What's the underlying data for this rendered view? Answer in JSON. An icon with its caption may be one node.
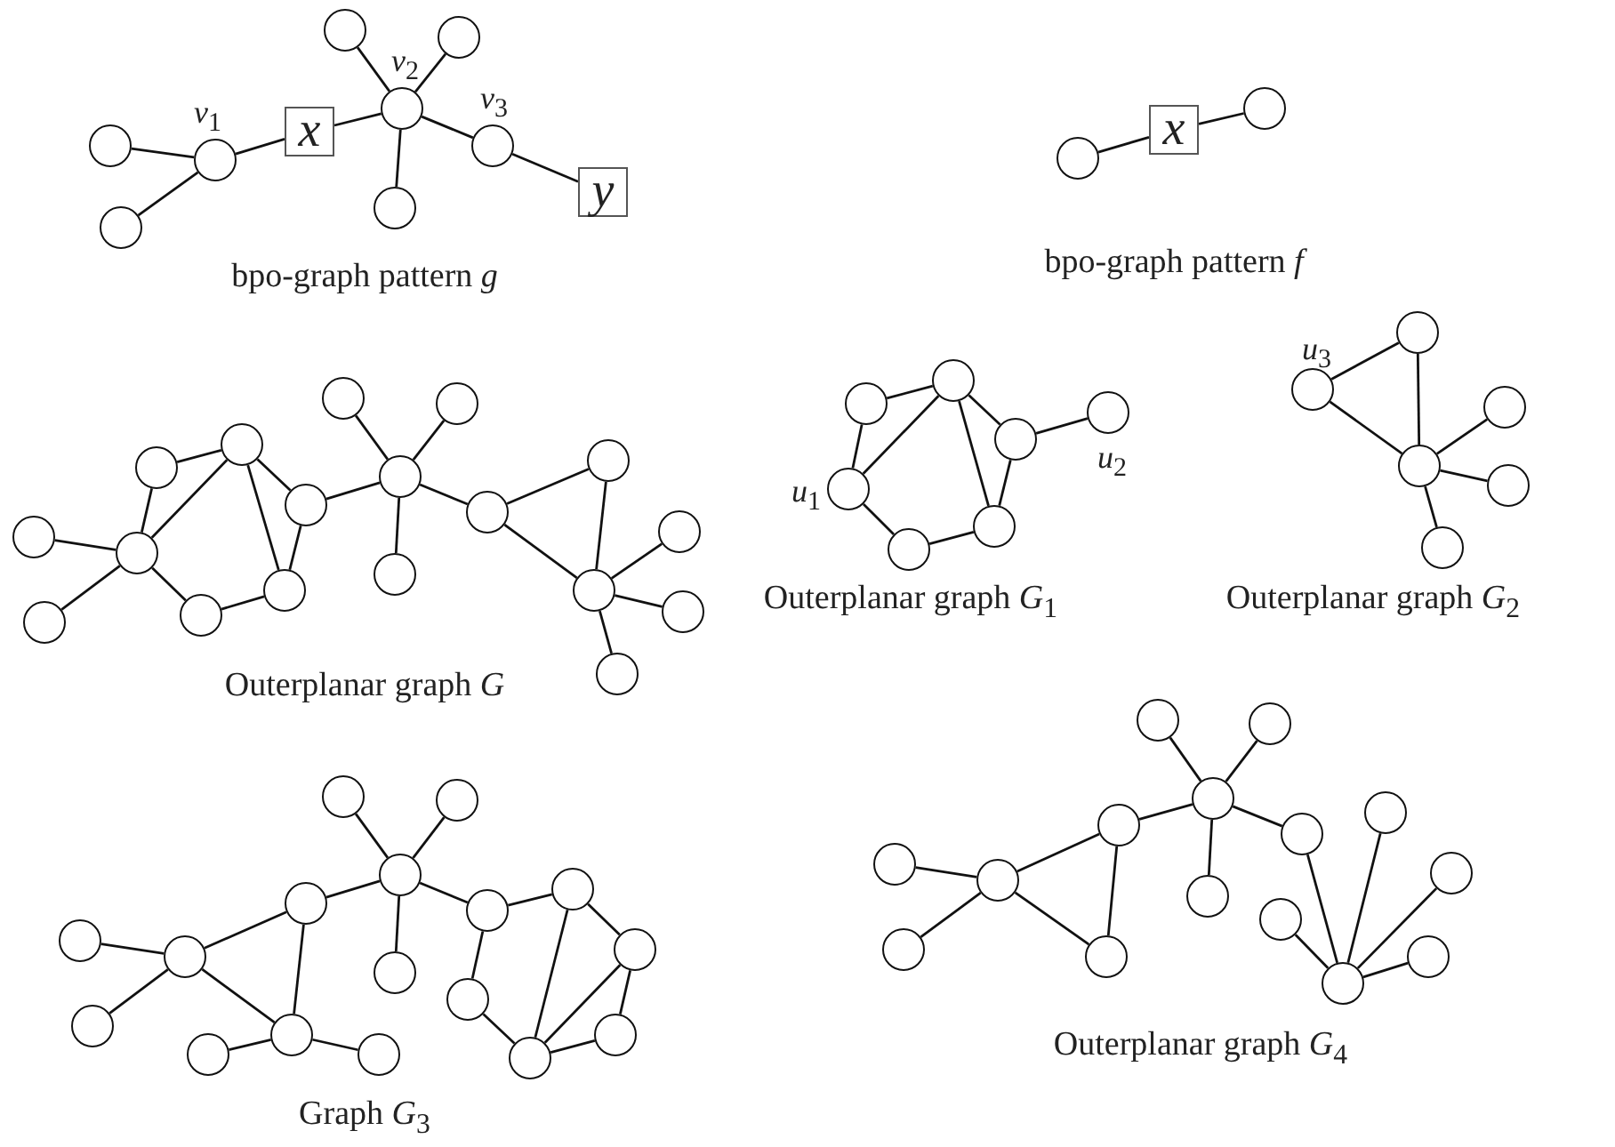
{
  "diagram": {
    "nodes": [
      {
        "text": [],
        "shape": "circle"
      },
      {
        "text": [],
        "shape": "circle"
      },
      {
        "text": [],
        "shape": "circle",
        "beside": [
          "*v*$_{1}$"
        ]
      },
      {
        "text": [
          "x"
        ]
      },
      {
        "text": [],
        "shape": "circle"
      },
      {
        "text": [],
        "shape": "circle"
      },
      {
        "text": [],
        "shape": "circle",
        "beside": [
          "*v*$_{2}$"
        ]
      },
      {
        "text": [],
        "shape": "circle"
      },
      {
        "text": [],
        "shape": "circle",
        "beside": [
          "*v*$_{3}$"
        ]
      },
      {
        "text": [
          "y"
        ]
      },
      {
        "text": [],
        "shape": "circle"
      },
      {
        "text": [
          "x"
        ]
      },
      {
        "text": [],
        "shape": "circle"
      },
      {
        "text": [],
        "shape": "circle"
      },
      {
        "text": [],
        "shape": "circle"
      },
      {
        "text": [],
        "shape": "circle"
      },
      {
        "text": [],
        "shape": "circle"
      },
      {
        "text": [],
        "shape": "circle"
      },
      {
        "text": [],
        "shape": "circle"
      },
      {
        "text": [],
        "shape": "circle"
      },
      {
        "text": [],
        "shape": "circle"
      },
      {
        "text": [],
        "shape": "circle"
      },
      {
        "text": [],
        "shape": "circle"
      },
      {
        "text": [],
        "shape": "circle"
      },
      {
        "text": [],
        "shape": "circle"
      },
      {
        "text": [],
        "shape": "circle"
      },
      {
        "text": [],
        "shape": "circle"
      },
      {
        "text": [],
        "shape": "circle"
      },
      {
        "text": [],
        "shape": "circle"
      },
      {
        "text": [],
        "shape": "circle"
      },
      {
        "text": [],
        "shape": "circle"
      },
      {
        "text": [],
        "shape": "circle"
      },
      {
        "text": [],
        "shape": "circle"
      },
      {
        "text": [],
        "shape": "circle",
        "beside": [
          "*u*$_{1}$"
        ]
      },
      {
        "text": [],
        "shape": "circle"
      },
      {
        "text": [],
        "shape": "circle",
        "beside": [
          "*u*$_{2}$"
        ]
      },
      {
        "text": [],
        "shape": "circle"
      },
      {
        "text": [],
        "shape": "circle"
      },
      {
        "text": [],
        "shape": "circle"
      },
      {
        "text": [],
        "shape": "circle",
        "beside": [
          "*u*$_{3}$"
        ]
      },
      {
        "text": [],
        "shape": "circle"
      },
      {
        "text": [],
        "shape": "circle"
      },
      {
        "text": [],
        "shape": "circle"
      },
      {
        "text": [],
        "shape": "circle"
      },
      {
        "text": [],
        "shape": "circle"
      },
      {
        "text": [],
        "shape": "circle"
      },
      {
        "text": [],
        "shape": "circle"
      },
      {
        "text": [],
        "shape": "circle"
      },
      {
        "text": [],
        "shape": "circle"
      },
      {
        "text": [],
        "shape": "circle"
      },
      {
        "text": [],
        "shape": "circle"
      },
      {
        "text": [],
        "shape": "circle"
      },
      {
        "text": [],
        "shape": "circle"
      },
      {
        "text": [],
        "shape": "circle"
      },
      {
        "text": [],
        "shape": "circle"
      },
      {
        "text": [],
        "shape": "circle"
      },
      {
        "text": [],
        "shape": "circle"
      },
      {
        "text": [],
        "shape": "circle"
      },
      {
        "text": [],
        "shape": "circle"
      },
      {
        "text": [],
        "shape": "circle"
      },
      {
        "text": [],
        "shape": "circle"
      },
      {
        "text": [],
        "shape": "circle"
      },
      {
        "text": [],
        "shape": "circle"
      },
      {
        "text": [],
        "shape": "circle"
      },
      {
        "text": [],
        "shape": "circle"
      },
      {
        "text": [],
        "shape": "circle"
      },
      {
        "text": [],
        "shape": "circle"
      },
      {
        "text": [],
        "shape": "circle"
      },
      {
        "text": [],
        "shape": "circle"
      },
      {
        "text": [],
        "shape": "circle"
      },
      {
        "text": [],
        "shape": "circle"
      },
      {
        "text": [],
        "shape": "circle"
      },
      {
        "text": [],
        "shape": "circle"
      },
      {
        "text": [],
        "shape": "circle"
      },
      {
        "text": [],
        "shape": "circle"
      },
      {
        "text": [],
        "shape": "circle"
      }
    ],
    "edges": [
      {
        "from": 0,
        "to": 2,
        "arrow": "none"
      },
      {
        "from": 1,
        "to": 2,
        "arrow": "none"
      },
      {
        "from": 2,
        "to": 3,
        "arrow": "none"
      },
      {
        "from": 3,
        "to": 6,
        "arrow": "none"
      },
      {
        "from": 6,
        "to": 4,
        "arrow": "none"
      },
      {
        "from": 6,
        "to": 5,
        "arrow": "none"
      },
      {
        "from": 6,
        "to": 7,
        "arrow": "none"
      },
      {
        "from": 6,
        "to": 8,
        "arrow": "none"
      },
      {
        "from": 8,
        "to": 9,
        "arrow": "none"
      },
      {
        "from": 10,
        "to": 11,
        "arrow": "none"
      },
      {
        "from": 11,
        "to": 12,
        "arrow": "none"
      },
      {
        "from": 13,
        "to": 15,
        "arrow": "none"
      },
      {
        "from": 14,
        "to": 15,
        "arrow": "none"
      },
      {
        "from": 15,
        "to": 16,
        "arrow": "none"
      },
      {
        "from": 16,
        "to": 17,
        "arrow": "none"
      },
      {
        "from": 15,
        "to": 17,
        "arrow": "none"
      },
      {
        "from": 17,
        "to": 18,
        "arrow": "none"
      },
      {
        "from": 17,
        "to": 19,
        "arrow": "none"
      },
      {
        "from": 18,
        "to": 19,
        "arrow": "none"
      },
      {
        "from": 19,
        "to": 20,
        "arrow": "none"
      },
      {
        "from": 20,
        "to": 15,
        "arrow": "none"
      },
      {
        "from": 18,
        "to": 23,
        "arrow": "none"
      },
      {
        "from": 23,
        "to": 21,
        "arrow": "none"
      },
      {
        "from": 23,
        "to": 22,
        "arrow": "none"
      },
      {
        "from": 23,
        "to": 24,
        "arrow": "none"
      },
      {
        "from": 23,
        "to": 25,
        "arrow": "none"
      },
      {
        "from": 25,
        "to": 26,
        "arrow": "none"
      },
      {
        "from": 25,
        "to": 27,
        "arrow": "none"
      },
      {
        "from": 26,
        "to": 27,
        "arrow": "none"
      },
      {
        "from": 27,
        "to": 28,
        "arrow": "none"
      },
      {
        "from": 27,
        "to": 29,
        "arrow": "none"
      },
      {
        "from": 27,
        "to": 30,
        "arrow": "none"
      },
      {
        "from": 33,
        "to": 31,
        "arrow": "none"
      },
      {
        "from": 31,
        "to": 32,
        "arrow": "none"
      },
      {
        "from": 33,
        "to": 32,
        "arrow": "none"
      },
      {
        "from": 32,
        "to": 34,
        "arrow": "none"
      },
      {
        "from": 32,
        "to": 36,
        "arrow": "none"
      },
      {
        "from": 34,
        "to": 36,
        "arrow": "none"
      },
      {
        "from": 34,
        "to": 35,
        "arrow": "none"
      },
      {
        "from": 33,
        "to": 37,
        "arrow": "none"
      },
      {
        "from": 37,
        "to": 36,
        "arrow": "none"
      },
      {
        "from": 39,
        "to": 38,
        "arrow": "none"
      },
      {
        "from": 39,
        "to": 41,
        "arrow": "none"
      },
      {
        "from": 38,
        "to": 41,
        "arrow": "none"
      },
      {
        "from": 41,
        "to": 40,
        "arrow": "none"
      },
      {
        "from": 41,
        "to": 42,
        "arrow": "none"
      },
      {
        "from": 41,
        "to": 43,
        "arrow": "none"
      },
      {
        "from": 50,
        "to": 52,
        "arrow": "none"
      },
      {
        "from": 55,
        "to": 52,
        "arrow": "none"
      },
      {
        "from": 52,
        "to": 48,
        "arrow": "none"
      },
      {
        "from": 52,
        "to": 56,
        "arrow": "none"
      },
      {
        "from": 48,
        "to": 56,
        "arrow": "none"
      },
      {
        "from": 56,
        "to": 58,
        "arrow": "none"
      },
      {
        "from": 56,
        "to": 59,
        "arrow": "none"
      },
      {
        "from": 48,
        "to": 46,
        "arrow": "none"
      },
      {
        "from": 46,
        "to": 44,
        "arrow": "none"
      },
      {
        "from": 46,
        "to": 45,
        "arrow": "none"
      },
      {
        "from": 46,
        "to": 53,
        "arrow": "none"
      },
      {
        "from": 46,
        "to": 49,
        "arrow": "none"
      },
      {
        "from": 49,
        "to": 47,
        "arrow": "none"
      },
      {
        "from": 49,
        "to": 54,
        "arrow": "none"
      },
      {
        "from": 54,
        "to": 60,
        "arrow": "none"
      },
      {
        "from": 47,
        "to": 51,
        "arrow": "none"
      },
      {
        "from": 47,
        "to": 60,
        "arrow": "none"
      },
      {
        "from": 51,
        "to": 60,
        "arrow": "none"
      },
      {
        "from": 51,
        "to": 57,
        "arrow": "none"
      },
      {
        "from": 57,
        "to": 60,
        "arrow": "none"
      },
      {
        "from": 67,
        "to": 69,
        "arrow": "none"
      },
      {
        "from": 72,
        "to": 69,
        "arrow": "none"
      },
      {
        "from": 69,
        "to": 65,
        "arrow": "none"
      },
      {
        "from": 69,
        "to": 73,
        "arrow": "none"
      },
      {
        "from": 65,
        "to": 73,
        "arrow": "none"
      },
      {
        "from": 65,
        "to": 63,
        "arrow": "none"
      },
      {
        "from": 63,
        "to": 61,
        "arrow": "none"
      },
      {
        "from": 63,
        "to": 62,
        "arrow": "none"
      },
      {
        "from": 63,
        "to": 70,
        "arrow": "none"
      },
      {
        "from": 63,
        "to": 66,
        "arrow": "none"
      },
      {
        "from": 66,
        "to": 75,
        "arrow": "none"
      },
      {
        "from": 64,
        "to": 75,
        "arrow": "none"
      },
      {
        "from": 68,
        "to": 75,
        "arrow": "none"
      },
      {
        "from": 71,
        "to": 75,
        "arrow": "none"
      },
      {
        "from": 74,
        "to": 75,
        "arrow": "none"
      }
    ],
    "labels": [
      "bpo-graph pattern *g*",
      "bpo-graph pattern *f*",
      "Outerplanar graph *G*",
      "Outerplanar graph *G*$_{1}$",
      "Outerplanar graph *G*$_{2}$",
      "Outerplanar graph *G*$_{4}$",
      "Graph *G*$_{3}$"
    ]
  }
}
